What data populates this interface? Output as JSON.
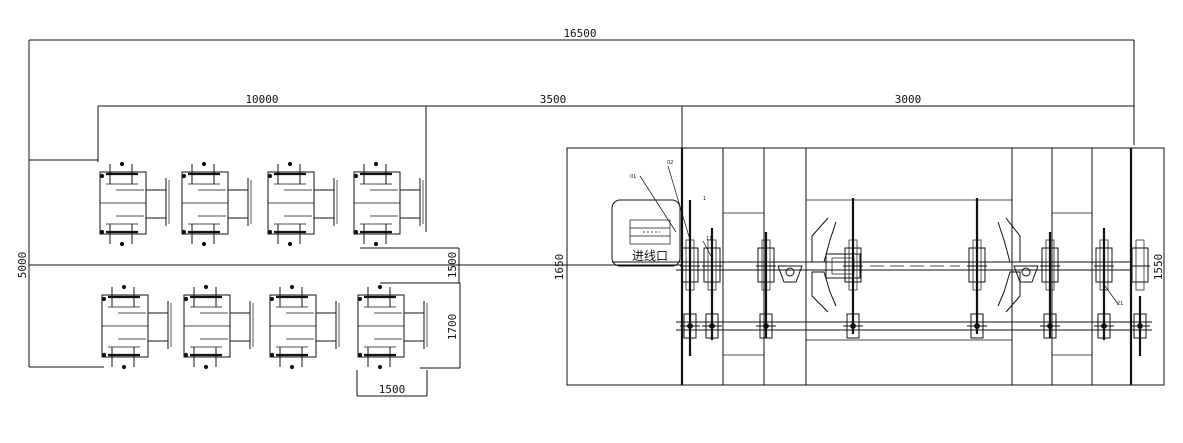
{
  "dimensions": {
    "total_length": "16500",
    "payoff_section_length": "10000",
    "gap_length": "3500",
    "machine_length": "3000",
    "total_width": "5000",
    "row_spacing": "1500",
    "machine_width_left": "1650",
    "machine_width_right": "1550",
    "unit_depth": "1700",
    "unit_width": "1500"
  },
  "labels": {
    "inlet": "进线口",
    "callout_1": "01",
    "callout_2": "02",
    "callout_3": "1",
    "callout_4": "11",
    "callout_5": "21"
  },
  "payoff_units": {
    "top_row": [
      "unit-1",
      "unit-2",
      "unit-3",
      "unit-4"
    ],
    "bottom_row": [
      "unit-5",
      "unit-6",
      "unit-7",
      "unit-8"
    ]
  }
}
